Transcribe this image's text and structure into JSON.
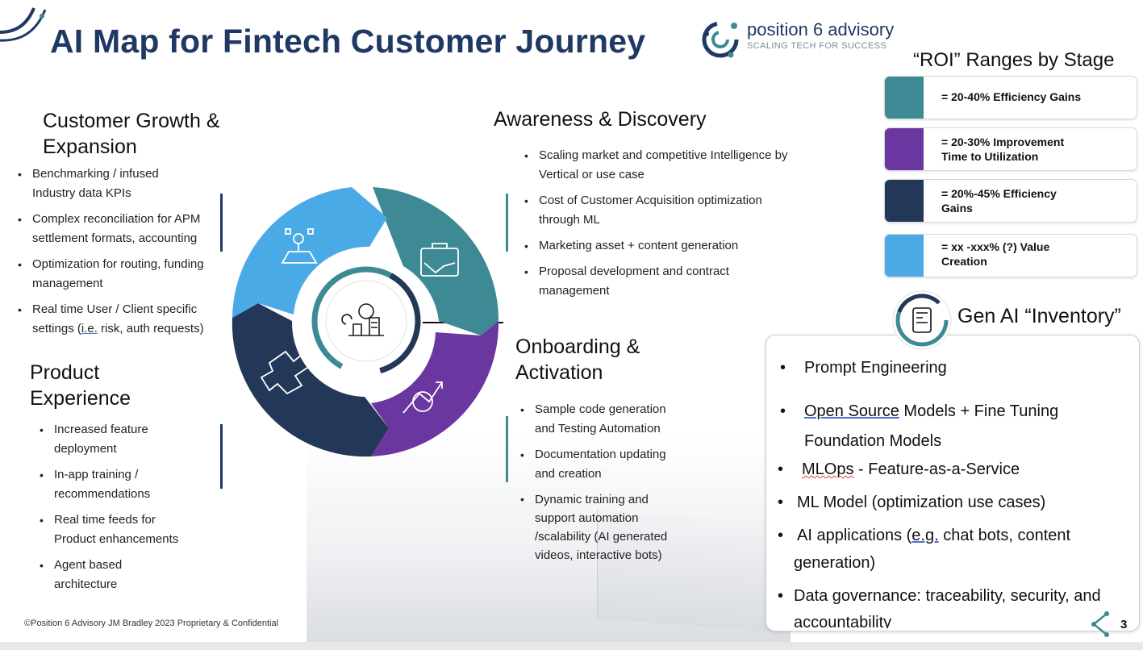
{
  "title": "AI Map for Fintech Customer Journey",
  "logo": {
    "name": "position 6 advisory",
    "tagline": "SCALING TECH FOR SUCCESS"
  },
  "colors": {
    "navy": "#1f3864",
    "teal": "#3d8a94",
    "purple": "#6a36a0",
    "dark_navy": "#233758",
    "light_blue": "#4aaae6"
  },
  "growth": {
    "title_line1": "Customer Growth &",
    "title_line2": "Expansion",
    "items": [
      {
        "l1": "Benchmarking / infused",
        "l2": "Industry data  KPIs"
      },
      {
        "l1": "Complex reconciliation for APM",
        "l2": "settlement formats, accounting"
      },
      {
        "l1": "Optimization for  routing, funding",
        "l2": "management"
      },
      {
        "l1": "Real time User / Client specific",
        "l2a": "settings (",
        "l2b": "i.e.",
        "l2c": " risk, auth requests)"
      }
    ]
  },
  "product": {
    "title_line1": "Product",
    "title_line2": "Experience",
    "items": [
      {
        "l1": "Increased feature",
        "l2": "deployment"
      },
      {
        "l1": "In-app training /",
        "l2": "recommendations"
      },
      {
        "l1": "Real time feeds for",
        "l2": "Product enhancements"
      },
      {
        "l1": "Agent based",
        "l2": "architecture"
      }
    ]
  },
  "awareness": {
    "title": "Awareness & Discovery",
    "items": [
      {
        "l1": "Scaling market and competitive Intelligence by",
        "l2": "Vertical or use case"
      },
      {
        "l1": "Cost of Customer Acquisition optimization",
        "l2": "through ML"
      },
      {
        "l1": "Marketing asset + content generation",
        "l2": ""
      },
      {
        "l1": "Proposal development and contract",
        "l2": "management"
      }
    ]
  },
  "onboarding": {
    "title_line1": "Onboarding &",
    "title_line2": "Activation",
    "items": [
      {
        "l1": "Sample code generation",
        "l2": "and Testing Automation"
      },
      {
        "l1": "Documentation updating",
        "l2": "and creation"
      },
      {
        "l1": "Dynamic training and",
        "l2": "support automation",
        "l3": "/scalability (AI generated",
        "l4": "videos, interactive bots)"
      }
    ]
  },
  "roi": {
    "title": "“ROI” Ranges by Stage",
    "items": [
      {
        "l1": "= 20-40% Efficiency Gains",
        "l2": "",
        "color": "#3d8a94"
      },
      {
        "l1": "= 20-30% Improvement",
        "l2": "Time to Utilization",
        "color": "#6a36a0"
      },
      {
        "l1": "= 20%-45% Efficiency",
        "l2": "Gains",
        "color": "#233758"
      },
      {
        "l1": "= xx -xxx% (?)  Value",
        "l2": "Creation",
        "color": "#4aaae6"
      }
    ]
  },
  "inventory": {
    "title": "Gen AI “Inventory”",
    "prompt": "Prompt Engineering",
    "open_a": "Open Source",
    "open_b": " Models + Fine Tuning",
    "foundation": "Foundation Models",
    "mlops_a": "MLOps",
    "mlops_b": " - Feature-as-a-Service",
    "mlmodel": "ML Model (optimization use cases)",
    "apps_a": "AI applications (",
    "apps_b": "e.g.",
    "apps_c": " chat bots, content",
    "apps_d": "generation)",
    "gov_a": "Data governance: traceability, security, and",
    "gov_b": "accountability"
  },
  "footer": "©Position 6 Advisory JM Bradley 2023  Proprietary & Confidential",
  "page_number": "3"
}
